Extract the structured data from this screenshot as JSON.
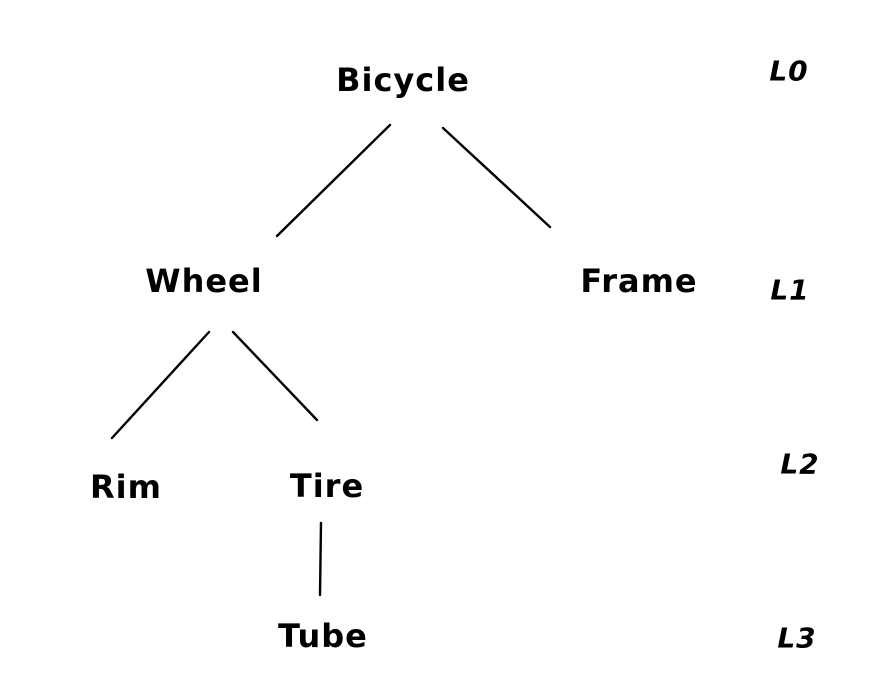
{
  "diagram": {
    "type": "tree",
    "colors": {
      "ink": "#000000",
      "background": "#ffffff"
    },
    "nodes": {
      "bicycle": {
        "label": "Bicycle",
        "level": "L0"
      },
      "wheel": {
        "label": "Wheel",
        "level": "L1"
      },
      "frame": {
        "label": "Frame",
        "level": "L1"
      },
      "rim": {
        "label": "Rim",
        "level": "L2"
      },
      "tire": {
        "label": "Tire",
        "level": "L2"
      },
      "tube": {
        "label": "Tube",
        "level": "L3"
      }
    },
    "levels": {
      "l0": {
        "label": "L0"
      },
      "l1": {
        "label": "L1"
      },
      "l2": {
        "label": "L2"
      },
      "l3": {
        "label": "L3"
      }
    },
    "edges": [
      {
        "from": "Bicycle",
        "to": "Wheel"
      },
      {
        "from": "Bicycle",
        "to": "Frame"
      },
      {
        "from": "Wheel",
        "to": "Rim"
      },
      {
        "from": "Wheel",
        "to": "Tire"
      },
      {
        "from": "Tire",
        "to": "Tube"
      }
    ]
  }
}
